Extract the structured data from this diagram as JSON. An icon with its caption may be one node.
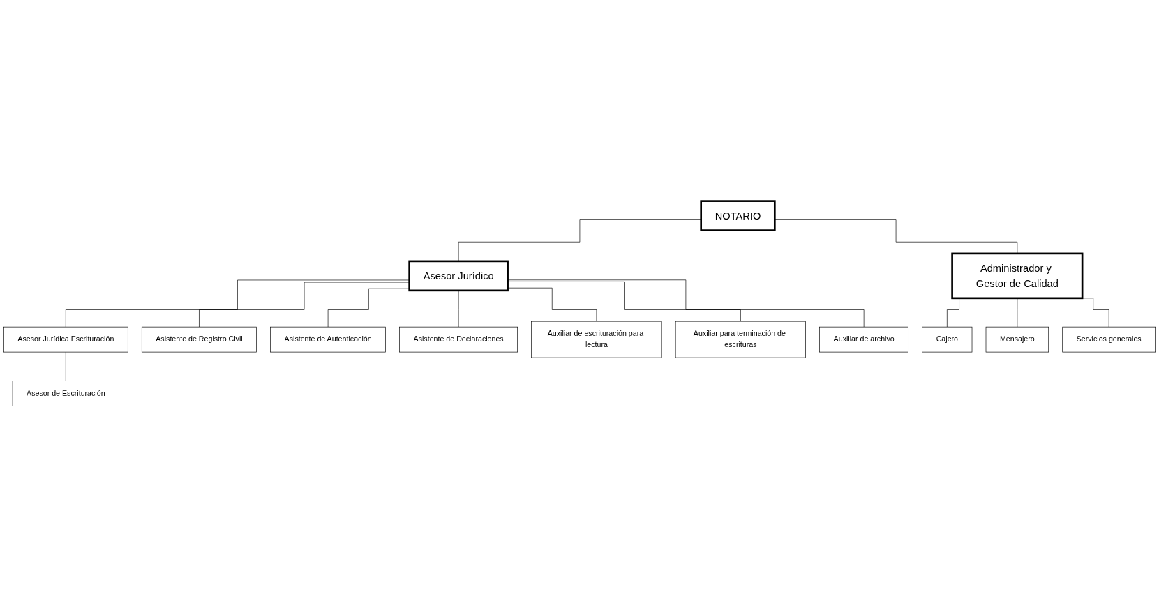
{
  "diagram": {
    "nodes": [
      {
        "text": [
          "NOTARIO"
        ]
      },
      {
        "text": [
          "Asesor Jurídico"
        ]
      },
      {
        "text": [
          "Administrador y Gestor de Calidad"
        ]
      },
      {
        "text": [
          "Asesor Jurídica Escrituración"
        ]
      },
      {
        "text": [
          "Asistente de Registro Civil"
        ]
      },
      {
        "text": [
          "Asistente de Autenticación"
        ]
      },
      {
        "text": [
          "Asistente de Declaraciones"
        ]
      },
      {
        "text": [
          "Asesor de Escrituración"
        ]
      },
      {
        "text": [
          "Auxiliar de escrituración para lectura"
        ]
      },
      {
        "text": [
          "Auxiliar para terminación de escrituras"
        ]
      },
      {
        "text": [
          "Auxiliar de archivo"
        ]
      },
      {
        "text": [
          "Cajero"
        ]
      },
      {
        "text": [
          "Mensajero"
        ]
      },
      {
        "text": [
          "Servicios generales"
        ]
      }
    ],
    "edges": [
      {
        "from": 0,
        "to": 1,
        "arrow": "none"
      },
      {
        "from": 0,
        "to": 2,
        "arrow": "none"
      },
      {
        "from": 1,
        "to": 3,
        "arrow": "none"
      },
      {
        "from": 1,
        "to": 4,
        "arrow": "none"
      },
      {
        "from": 1,
        "to": 5,
        "arrow": "none"
      },
      {
        "from": 1,
        "to": 6,
        "arrow": "none"
      },
      {
        "from": 3,
        "to": 7,
        "arrow": "none"
      },
      {
        "from": 1,
        "to": 8,
        "arrow": "none"
      },
      {
        "from": 1,
        "to": 9,
        "arrow": "none"
      },
      {
        "from": 1,
        "to": 10,
        "arrow": "none"
      },
      {
        "from": 2,
        "to": 11,
        "arrow": "none"
      },
      {
        "from": 2,
        "to": 12,
        "arrow": "none"
      },
      {
        "from": 2,
        "to": 13,
        "arrow": "none"
      }
    ]
  }
}
